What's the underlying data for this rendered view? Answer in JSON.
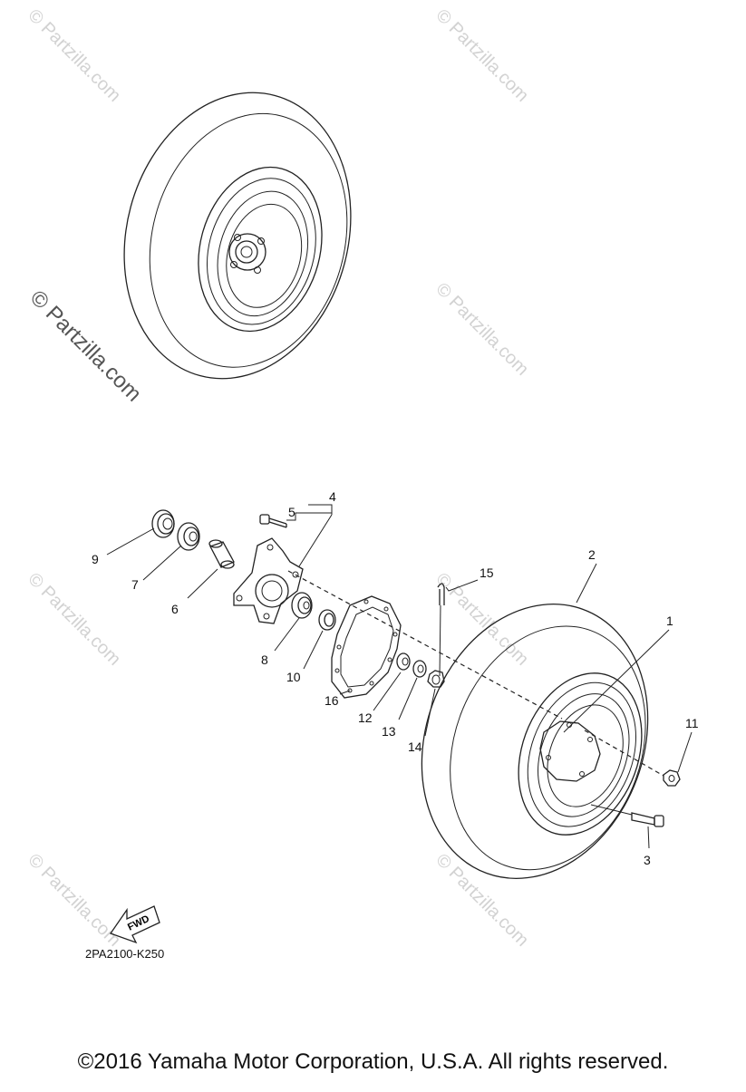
{
  "diagram": {
    "drawing_code": "2PA2100-K250",
    "fwd_label": "FWD",
    "copyright": "©2016 Yamaha Motor Corporation, U.S.A. All rights reserved.",
    "watermark_text": "© Partzilla.com",
    "callouts": [
      {
        "id": "1",
        "part": "wheel-rim"
      },
      {
        "id": "2",
        "part": "tire"
      },
      {
        "id": "3",
        "part": "tire-valve"
      },
      {
        "id": "4",
        "part": "hub-assembly"
      },
      {
        "id": "5",
        "part": "hub-bolt"
      },
      {
        "id": "6",
        "part": "spacer"
      },
      {
        "id": "7",
        "part": "bearing-outer"
      },
      {
        "id": "8",
        "part": "bearing-inner"
      },
      {
        "id": "9",
        "part": "oil-seal-outer"
      },
      {
        "id": "10",
        "part": "oil-seal-inner"
      },
      {
        "id": "11",
        "part": "wheel-nut"
      },
      {
        "id": "12",
        "part": "collar"
      },
      {
        "id": "13",
        "part": "washer"
      },
      {
        "id": "14",
        "part": "castle-nut"
      },
      {
        "id": "15",
        "part": "cotter-pin"
      },
      {
        "id": "16",
        "part": "brake-disc"
      }
    ]
  }
}
